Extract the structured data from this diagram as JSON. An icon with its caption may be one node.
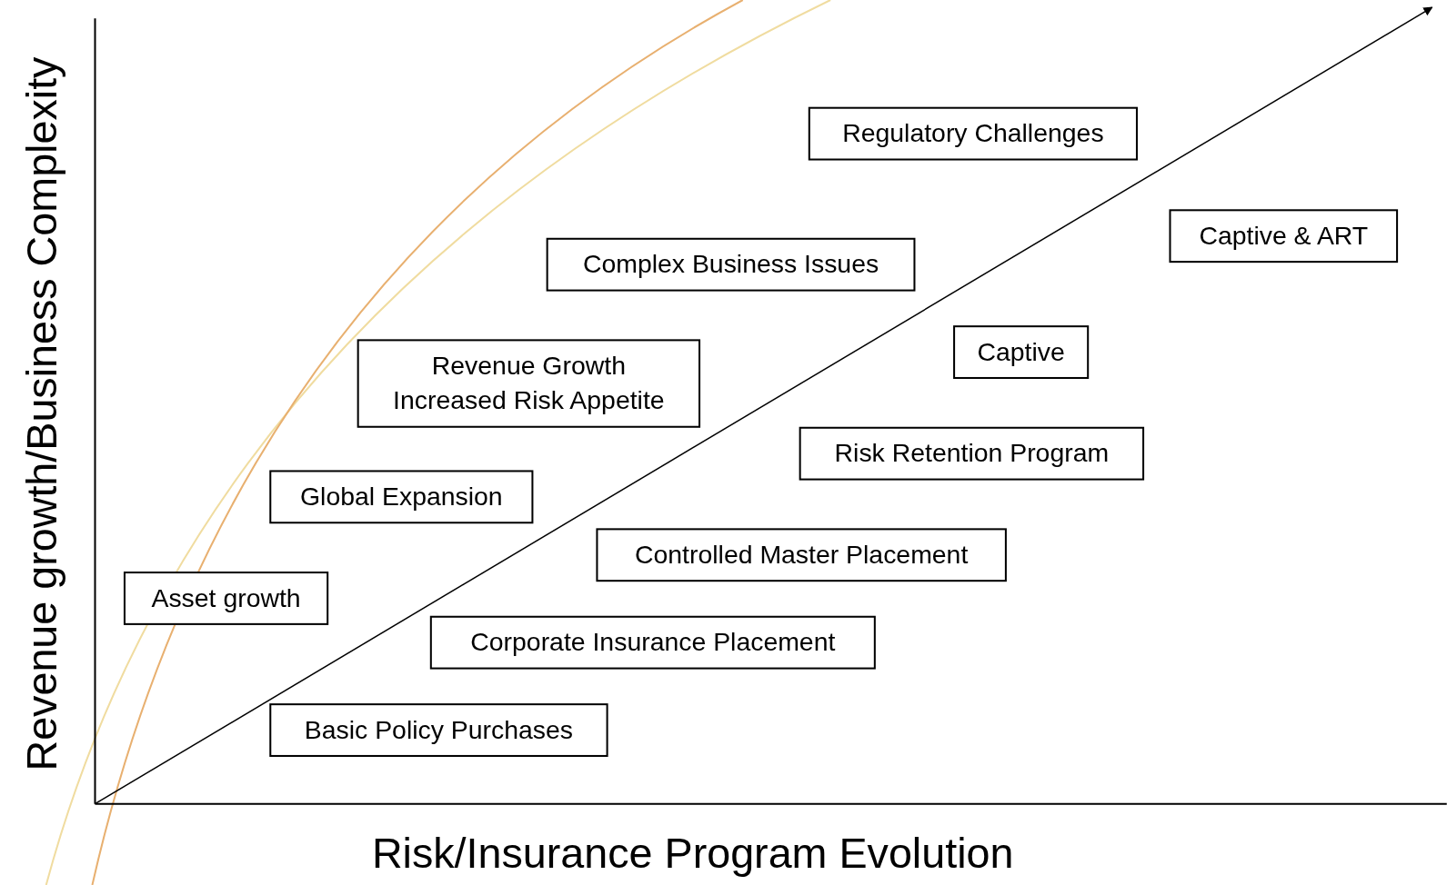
{
  "diagram": {
    "nodes": [
      {
        "text": [
          "Regulatory Challenges"
        ]
      },
      {
        "text": [
          "Captive & ART"
        ]
      },
      {
        "text": [
          "Complex Business Issues"
        ]
      },
      {
        "text": [
          "Captive"
        ]
      },
      {
        "text": [
          "Revenue Growth",
          "Increased Risk Appetite"
        ]
      },
      {
        "text": [
          "Risk Retention Program"
        ]
      },
      {
        "text": [
          "Global Expansion"
        ]
      },
      {
        "text": [
          "Controlled Master Placement"
        ]
      },
      {
        "text": [
          "Asset growth"
        ]
      },
      {
        "text": [
          "Corporate Insurance Placement"
        ]
      },
      {
        "text": [
          "Basic Policy Purchases"
        ]
      }
    ],
    "labels": [
      "Revenue growth/Business Complexity",
      "Risk/Insurance Program Evolution"
    ]
  }
}
